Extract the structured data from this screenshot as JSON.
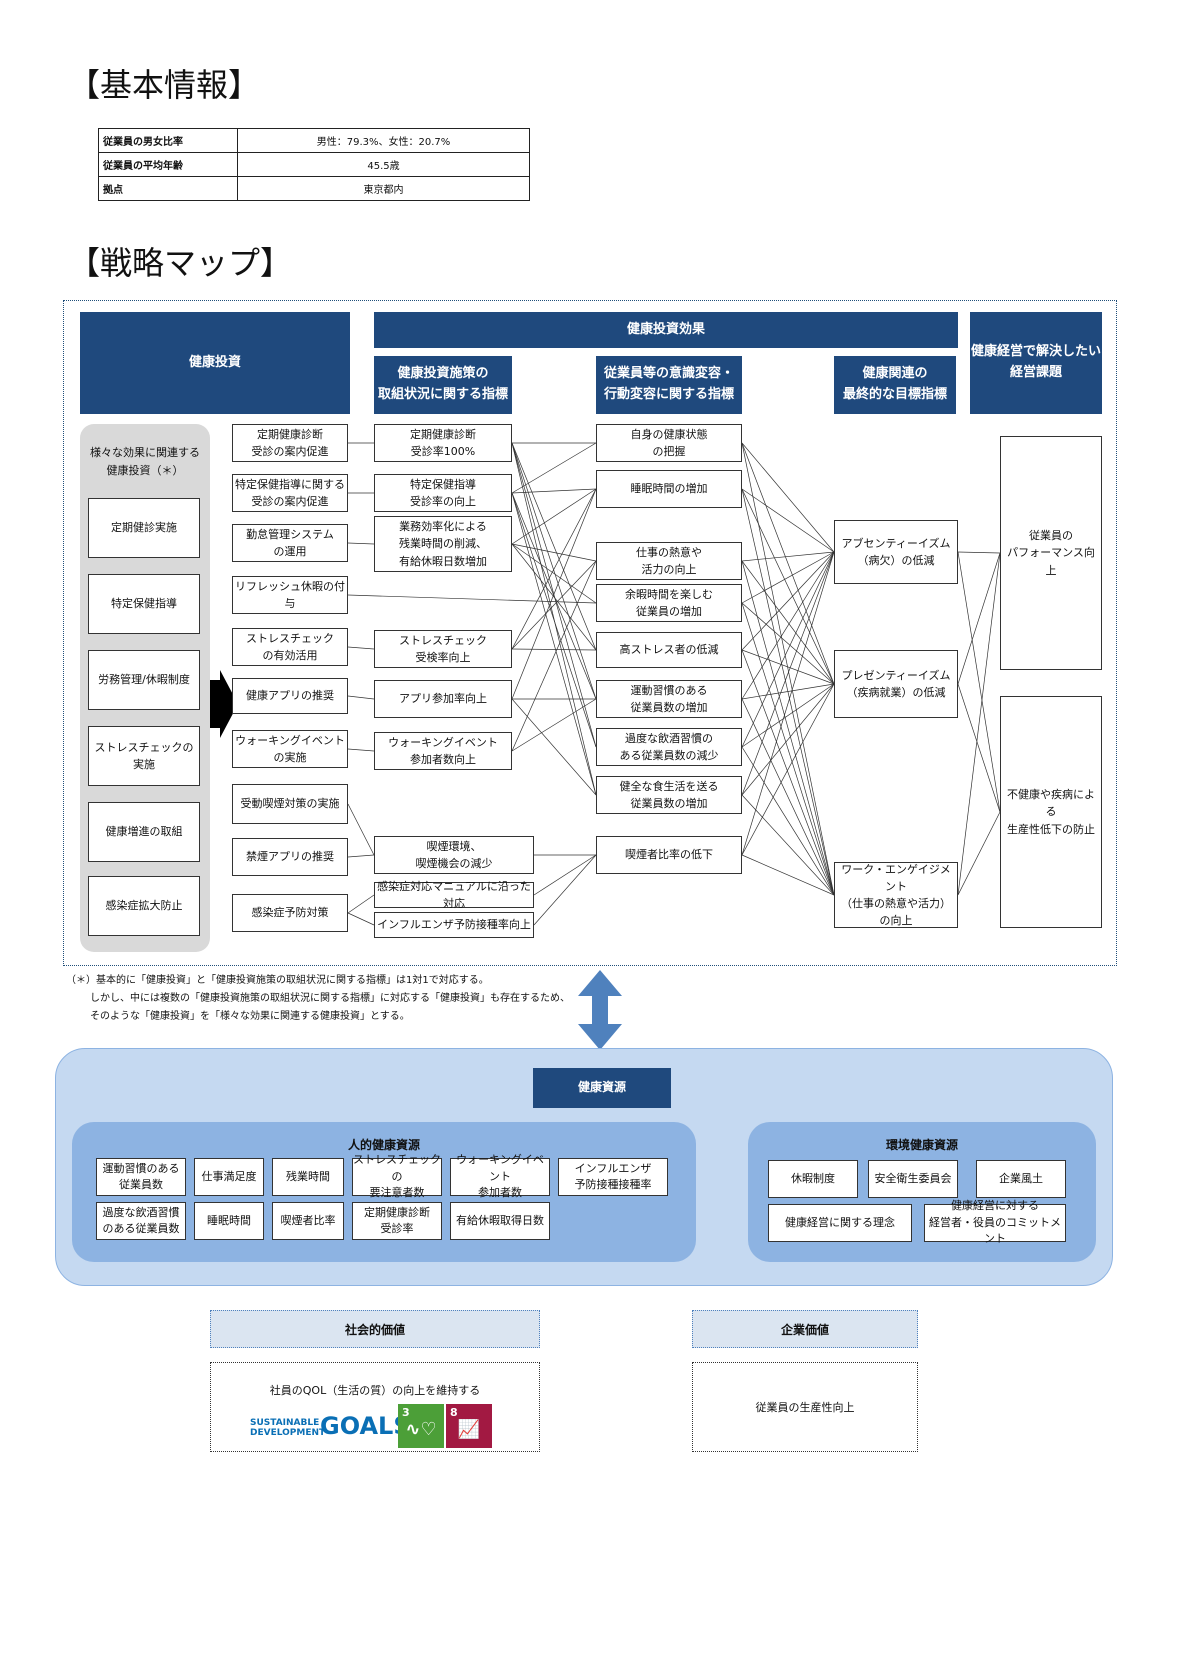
{
  "heading_basic": "【基本情報】",
  "basic_info": [
    {
      "label": "従業員の男女比率",
      "value": "男性：79.3%、女性：20.7%"
    },
    {
      "label": "従業員の平均年齢",
      "value": "45.5歳"
    },
    {
      "label": "拠点",
      "value": "東京都内"
    }
  ],
  "heading_map": "【戦略マップ】",
  "headers": {
    "investment": "健康投資",
    "effect": "健康投資効果",
    "indicator": "健康投資施策の\n取組状況に関する指標",
    "behavior": "従業員等の意識変容・\n行動変容に関する指標",
    "goal": "健康関連の\n最終的な目標指標",
    "issue": "健康経営で解決したい\n経営課題"
  },
  "gray_panel": {
    "title": "様々な効果に関連する\n健康投資（＊）",
    "items": [
      "定期健診実施",
      "特定保健指導",
      "労務管理/休暇制度",
      "ストレスチェックの実施",
      "健康増進の取組",
      "感染症拡大防止"
    ]
  },
  "investments": [
    "定期健康診断\n受診の案内促進",
    "特定保健指導に関する\n受診の案内促進",
    "勤怠管理システム\nの運用",
    "リフレッシュ休暇の付与",
    "ストレスチェック\nの有効活用",
    "健康アプリの推奨",
    "ウォーキングイベント\nの実施",
    "受動喫煙対策の実施",
    "禁煙アプリの推奨",
    "感染症予防対策"
  ],
  "indicators": [
    "定期健康診断\n受診率100%",
    "特定保健指導\n受診率の向上",
    "業務効率化による\n残業時間の削減、\n有給休暇日数増加",
    "ストレスチェック\n受検率向上",
    "アプリ参加率向上",
    "ウォーキングイベント\n参加者数向上",
    "喫煙環境、\n喫煙機会の減少",
    "感染症対応マニュアルに沿った対応",
    "インフルエンザ予防接種率向上"
  ],
  "behaviors": [
    "自身の健康状態\nの把握",
    "睡眠時間の増加",
    "仕事の熱意や\n活力の向上",
    "余暇時間を楽しむ\n従業員の増加",
    "高ストレス者の低減",
    "運動習慣のある\n従業員数の増加",
    "過度な飲酒習慣の\nある従業員数の減少",
    "健全な食生活を送る\n従業員数の増加",
    "喫煙者比率の低下"
  ],
  "goals": [
    "アブセンティーイズム\n（病欠）の低減",
    "プレゼンティーイズム\n（疾病就業）の低減",
    "ワーク・エンゲイジメント\n（仕事の熱意や活力）\nの向上"
  ],
  "issues": [
    "従業員の\nパフォーマンス向上",
    "不健康や疾病による\n生産性低下の防止"
  ],
  "footnote": [
    "（＊）基本的に「健康投資」と「健康投資施策の取組状況に関する指標」は1対1で対応する。",
    "しかし、中には複数の「健康投資施策の取組状況に関する指標」に対応する「健康投資」も存在するため、",
    "そのような「健康投資」を「様々な効果に関連する健康投資」とする。"
  ],
  "resources": {
    "title": "健康資源",
    "human_title": "人的健康資源",
    "human": [
      "運動習慣のある\n従業員数",
      "仕事満足度",
      "残業時間",
      "ストレスチェックの\n要注意者数",
      "ウォーキングイベント\n参加者数",
      "インフルエンザ\n予防接種接種率",
      "過度な飲酒習慣\nのある従業員数",
      "睡眠時間",
      "喫煙者比率",
      "定期健康診断\n受診率",
      "有給休暇取得日数"
    ],
    "env_title": "環境健康資源",
    "env": [
      "休暇制度",
      "安全衛生委員会",
      "企業風土",
      "健康経営に関する理念",
      "健康経営に対する\n経営者・役員のコミットメント"
    ]
  },
  "social_value": {
    "title": "社会的価値",
    "body": "社員のQOL（生活の質）の向上を維持する",
    "sdg_text_1": "SUSTAINABLE",
    "sdg_text_2": "DEVELOPMENT",
    "sdg_goals": "GOALS",
    "sdg3": "3",
    "sdg8": "8"
  },
  "corporate_value": {
    "title": "企業価値",
    "body": "従業員の生産性向上"
  },
  "colors": {
    "navy": "#1f497d",
    "light_blue": "#c5d9f1",
    "mid_blue": "#8db3e2",
    "arrow_blue": "#4f81bd",
    "sdg_green": "#4c9f38",
    "sdg_red": "#a21942"
  }
}
